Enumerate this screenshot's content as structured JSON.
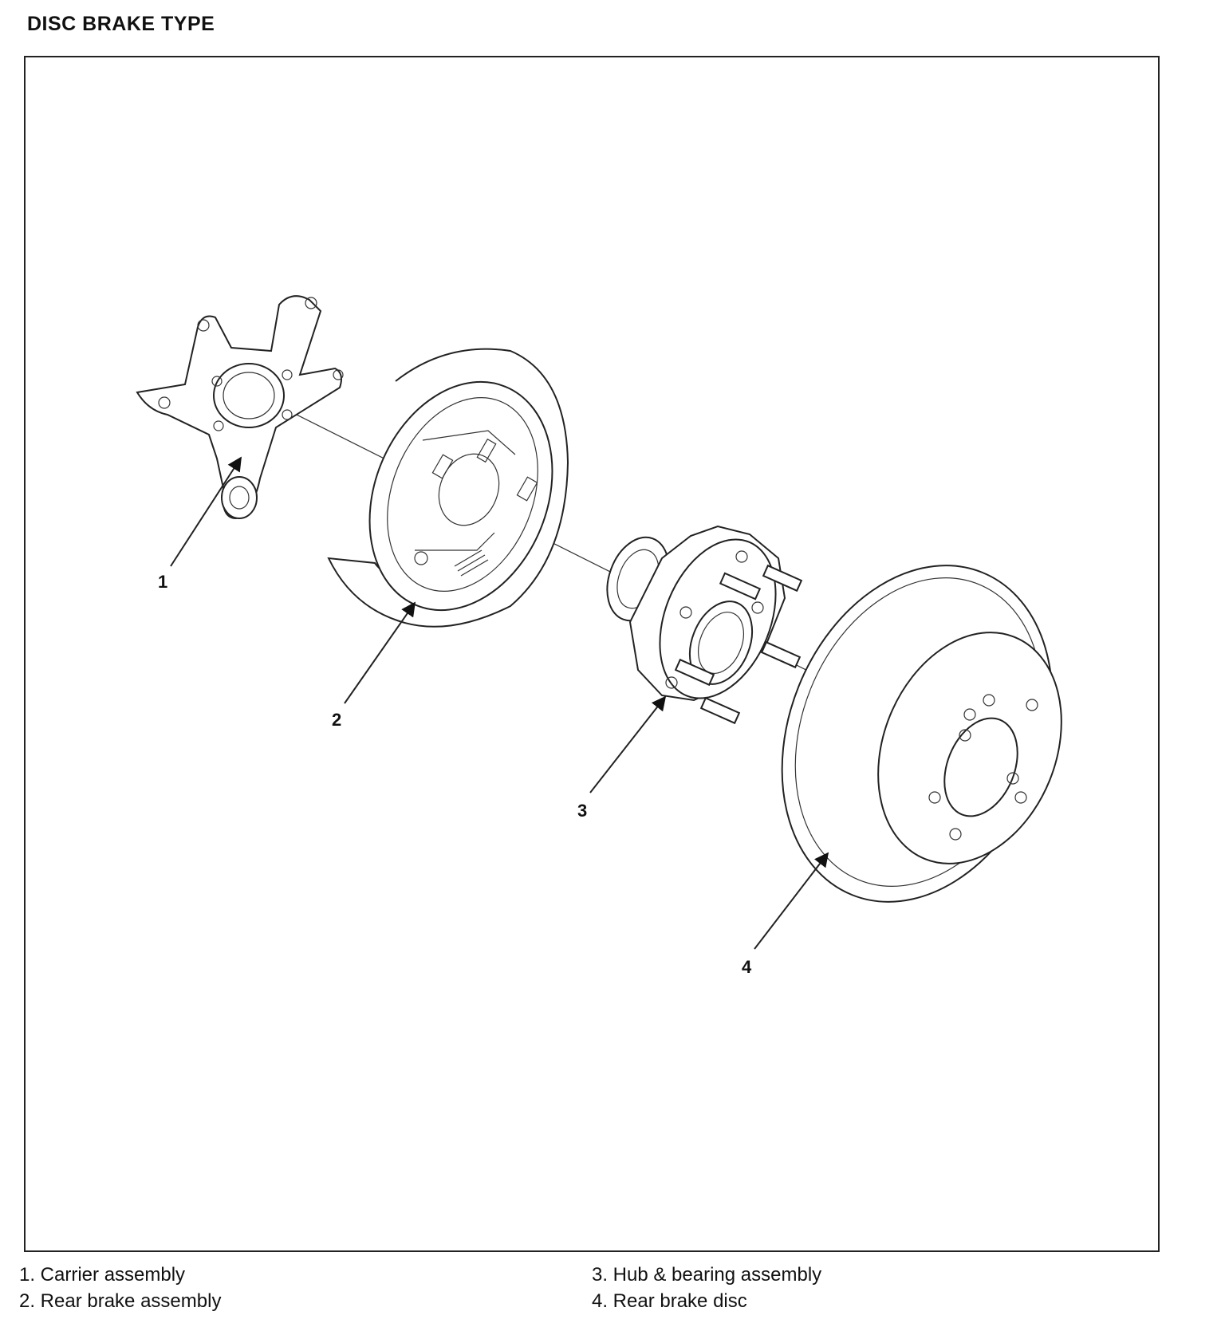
{
  "title": "DISC BRAKE TYPE",
  "callouts": [
    "1",
    "2",
    "3",
    "4"
  ],
  "legend": {
    "left": [
      "1. Carrier assembly",
      "2. Rear brake assembly"
    ],
    "right": [
      "3. Hub & bearing assembly",
      "4. Rear brake disc"
    ]
  }
}
